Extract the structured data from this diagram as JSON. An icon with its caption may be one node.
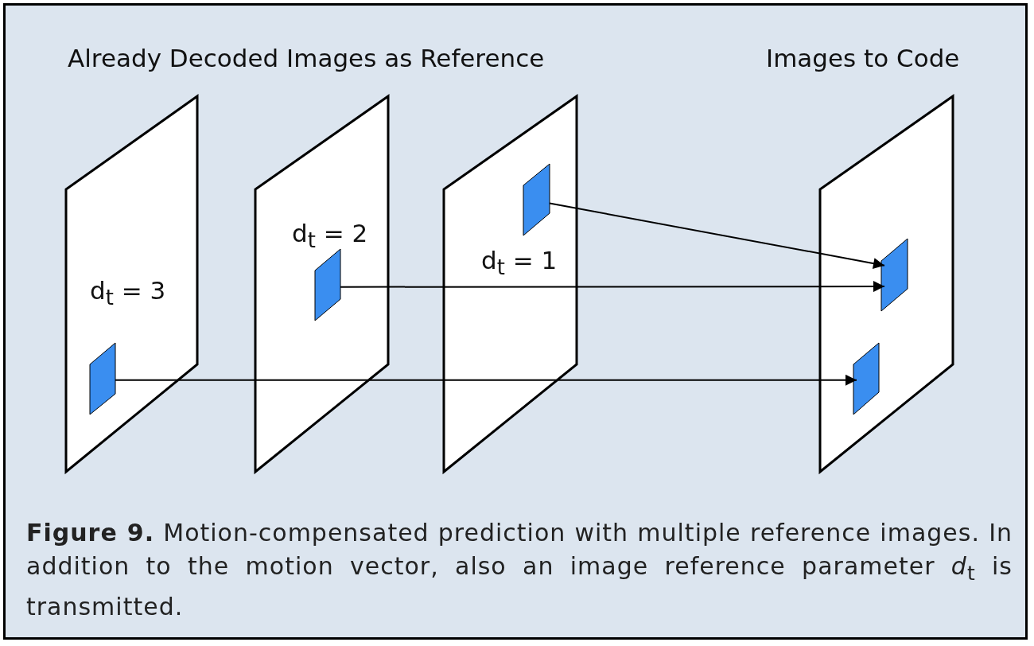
{
  "diagram": {
    "caption": "**Figure 9.** Motion-compensated prediction with multiple reference images. In addition to the motion vector, also an image reference parameter *d*$_{t}$ is transmitted.",
    "nodes": [
      {
        "text": [],
        "shape": "parallelogram"
      },
      {
        "text": [],
        "shape": "parallelogram",
        "in": 0
      },
      {
        "text": [],
        "shape": "parallelogram"
      },
      {
        "text": [],
        "shape": "parallelogram",
        "in": 2
      },
      {
        "text": [],
        "shape": "parallelogram"
      },
      {
        "text": [],
        "shape": "parallelogram",
        "in": 4
      },
      {
        "text": [],
        "shape": "parallelogram"
      },
      {
        "text": [],
        "shape": "parallelogram",
        "in": 6
      },
      {
        "text": [],
        "shape": "parallelogram",
        "in": 6
      }
    ],
    "edges": [
      {
        "from": 5,
        "to": 7,
        "arrow": "to"
      },
      {
        "from": 3,
        "to": 7,
        "arrow": "to"
      },
      {
        "from": 1,
        "to": 8,
        "arrow": "to"
      }
    ],
    "labels": [
      "Already Decoded Images as Reference",
      "Images to Code",
      "d$_{t}$ = 2",
      "d$_{t}$ = 1",
      "d$_{t}$ = 3"
    ]
  }
}
